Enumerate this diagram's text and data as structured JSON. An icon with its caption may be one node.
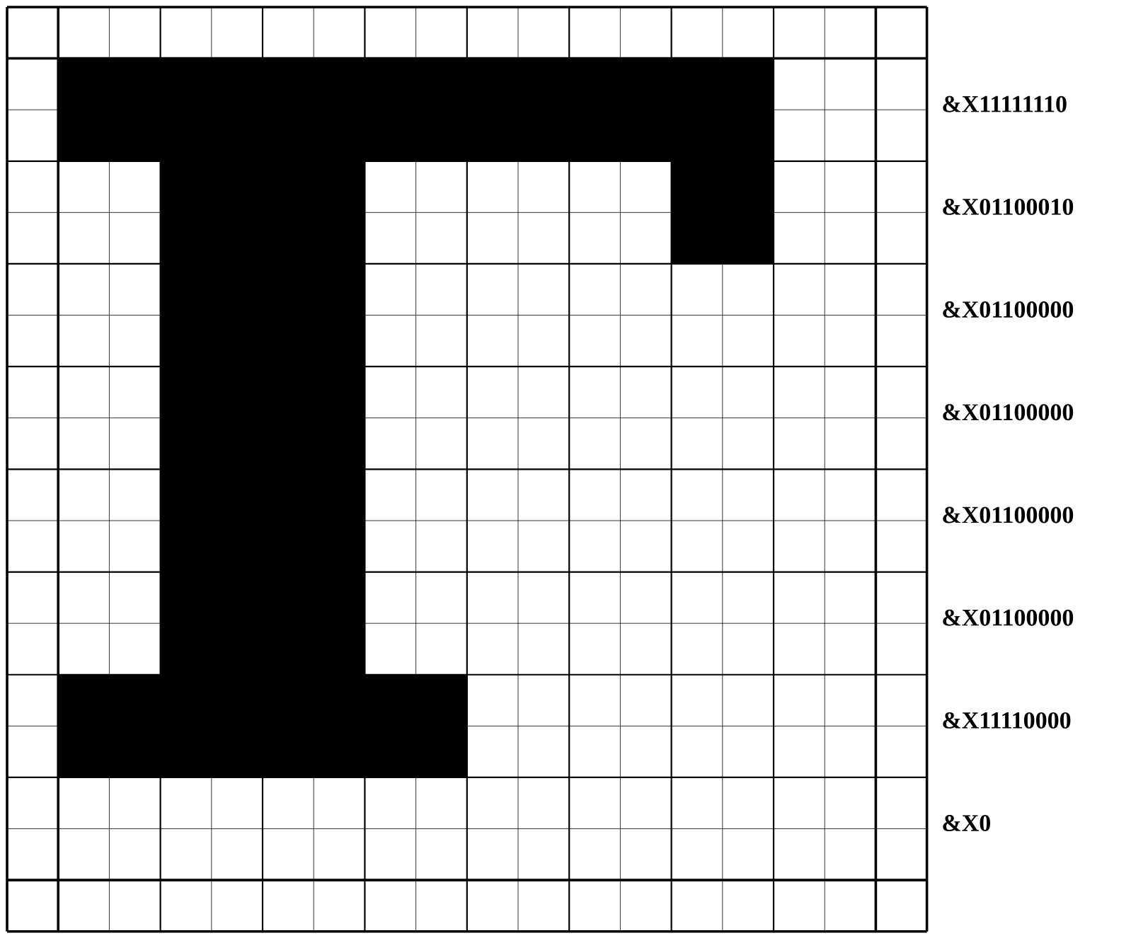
{
  "diagram": {
    "labels": [
      "&X11111110",
      "&X01100010",
      "&X01100000",
      "&X01100000",
      "&X01100000",
      "&X01100000",
      "&X11110000",
      "&X0"
    ]
  }
}
